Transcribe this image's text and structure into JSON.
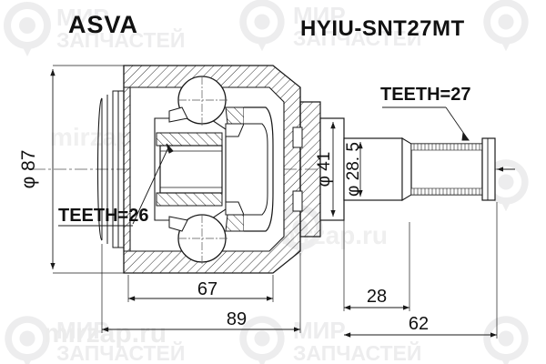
{
  "header": {
    "brand": "ASVA",
    "part_number": "HYIU-SNT27MT"
  },
  "labels": {
    "outer_diameter": "φ 87",
    "teeth_inner": "TEETH=26",
    "teeth_outer": "TEETH=27",
    "flange_diameter": "φ 41",
    "shaft_diameter": "φ 28. 5",
    "len_67": "67",
    "len_89": "89",
    "len_28": "28",
    "len_62": "62"
  },
  "watermarks": {
    "domain": "mirzap.ru",
    "ru_line1": "МИР",
    "ru_line2": "ЗАПЧАСТЕЙ"
  },
  "colors": {
    "line": "#1a1a1a",
    "thin": "#333333",
    "centerline": "#555555",
    "watermark": "#ececed",
    "background": "#ffffff"
  },
  "drawing": {
    "type": "cv-joint-cross-section",
    "title": "Constant velocity joint technical drawing"
  }
}
